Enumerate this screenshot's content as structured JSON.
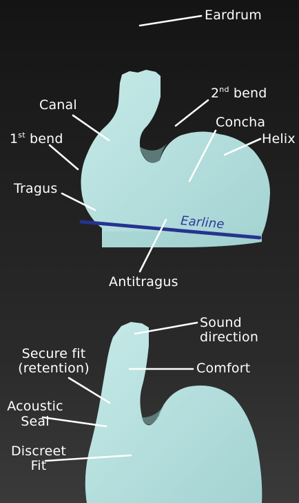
{
  "diagram": {
    "top_labels": {
      "eardrum": "Eardrum",
      "canal": "Canal",
      "second_bend_num": "2",
      "second_bend_sup": "nd",
      "second_bend_text": " bend",
      "concha": "Concha",
      "first_bend_num": "1",
      "first_bend_sup": "st",
      "first_bend_text": " bend",
      "helix": "Helix",
      "tragus": "Tragus",
      "earline": "Earline",
      "antitragus": "Antitragus"
    },
    "bottom_labels": {
      "sound_direction": "Sound\ndirection",
      "secure_fit": "Secure fit\n(retention)",
      "comfort": "Comfort",
      "acoustic_seal": "Acoustic\nSeal",
      "discreet_fit": "Discreet\nFit"
    },
    "colors": {
      "model": "#b8e1df",
      "model_shadow": "#8fc4c3",
      "earline": "#26338f",
      "leader": "#ffffff"
    }
  }
}
